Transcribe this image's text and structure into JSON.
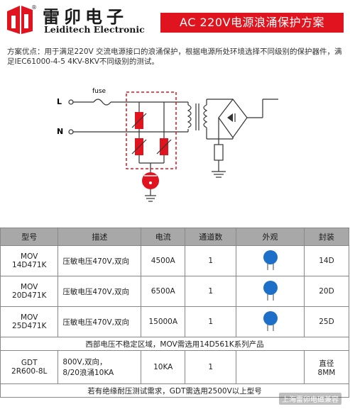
{
  "brand": {
    "cn_name": "雷卯电子",
    "en_name": "Leiditech Electronic",
    "reg_mark": "®"
  },
  "title": "AC 220V电源浪涌保护方案",
  "description": "方案优点：用于满足220V 交流电源接口的浪涌保护，根据电源所处环境选择不同级别的保护器件，满足IEC61000-4-5 4KV-8KV不同级别的测试。",
  "circuit": {
    "label_L": "L",
    "label_N": "N",
    "label_fuse": "fuse"
  },
  "table": {
    "headers": [
      "型号",
      "描述",
      "电流",
      "通道数",
      "外观",
      "封装"
    ],
    "rows": [
      {
        "model": "MOV\n14D471K",
        "desc": "压敏电压470V,双向",
        "current": "4500A",
        "channels": "1",
        "package": "14D"
      },
      {
        "model": "MOV\n20D471K",
        "desc": "压敏电压470V,双向",
        "current": "6500A",
        "channels": "1",
        "package": "20D"
      },
      {
        "model": "MOV\n25D471K",
        "desc": "压敏电压470V,双向",
        "current": "15000A",
        "channels": "1",
        "package": "25D"
      }
    ],
    "note1": "西部电压不稳定区域，MOV需选用14D561K系列产品",
    "gdt": {
      "model": "GDT\n2R600-8L",
      "desc": "800V,双向，\n8/20浪涌10KA",
      "current": "10KA",
      "channels": "1",
      "package": "直径\n8MM"
    },
    "note2": "若有绝缘耐压测试需求，GDT需选用2500V以上型号"
  },
  "watermark": "上海雷卯电磁兼容",
  "colors": {
    "accent": "#e0141e",
    "header_bg": "#a8a8a8",
    "varistor_blue": "#1e6fc8"
  }
}
